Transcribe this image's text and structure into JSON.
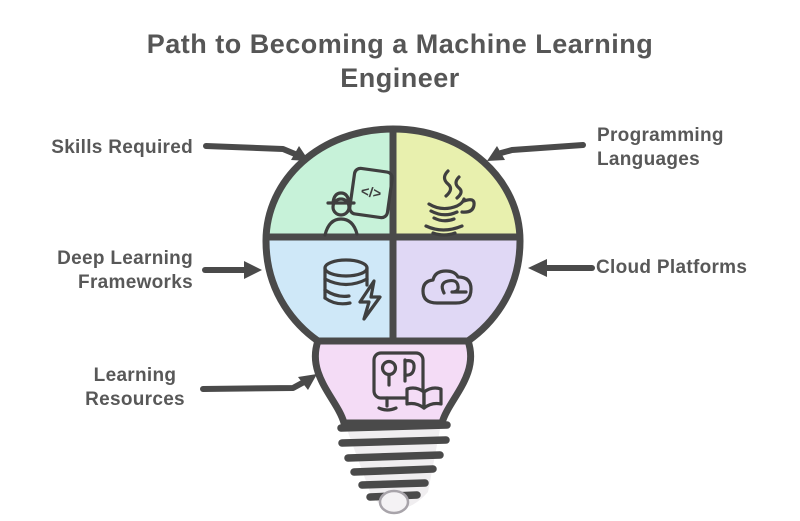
{
  "title": "Path to Becoming a Machine Learning Engineer",
  "diagram": "lightbulb split into five colored sections with arrows pointing to each section",
  "colors": {
    "background": "#ffffff",
    "title_text": "#565656",
    "label_text": "#585858",
    "outline_stroke": "#4a4a4a",
    "icon_stroke": "#3f3f3f",
    "screw_fill": "#f0eef0",
    "screw_tip_fill": "#f4f2f4"
  },
  "sections": {
    "skills": {
      "label": "Skills Required",
      "color": "#c7f2d9",
      "icon": "engineer-document-icon",
      "position": "top-left quadrant",
      "arrow": "points down-right into bulb"
    },
    "programming": {
      "label": "Programming Languages",
      "color": "#e8f0ae",
      "icon": "java-coffee-cup-icon",
      "position": "top-right quadrant",
      "arrow": "points down-left into bulb"
    },
    "deep_learning": {
      "label": "Deep Learning Frameworks",
      "color": "#cfe8f8",
      "icon": "database-lightning-icon",
      "position": "middle-left quadrant",
      "arrow": "points right into bulb"
    },
    "cloud": {
      "label": "Cloud Platforms",
      "color": "#e0d8f5",
      "icon": "cloud-icon",
      "position": "middle-right quadrant",
      "arrow": "points left into bulb"
    },
    "learning": {
      "label": "Learning Resources",
      "color": "#f4dcf6",
      "icon": "screen-book-icon",
      "position": "bulb neck (bottom)",
      "arrow": "points up-right into bulb"
    }
  }
}
